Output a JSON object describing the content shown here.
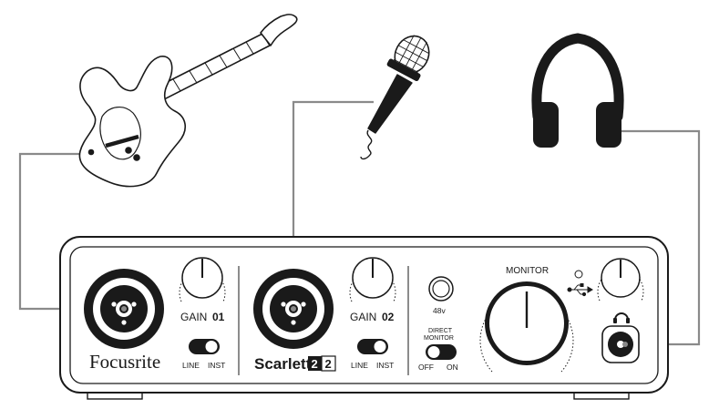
{
  "device": {
    "brand": "Focusrite",
    "model_name": "Scarlett",
    "model_digit_1": "2",
    "model_digit_2": "2",
    "monitor_label": "MONITOR",
    "phantom_label": "48v",
    "direct_monitor_label_line1": "DIRECT",
    "direct_monitor_label_line2": "MONITOR",
    "direct_monitor_off": "OFF",
    "direct_monitor_on": "ON",
    "channel_1": {
      "gain_label": "GAIN",
      "gain_number": "01",
      "switch_left": "LINE",
      "switch_right": "INST"
    },
    "channel_2": {
      "gain_label": "GAIN",
      "gain_number": "02",
      "switch_left": "LINE",
      "switch_right": "INST"
    }
  },
  "icons": {
    "instrument": "electric-guitar-icon",
    "microphone": "microphone-icon",
    "headphones": "headphones-icon",
    "usb": "usb-icon",
    "headphone_output": "headphone-icon"
  },
  "colors": {
    "line": "#1a1a1a",
    "cable": "#8a8a8a",
    "panel": "#ffffff",
    "fill": "#1a1a1a"
  }
}
